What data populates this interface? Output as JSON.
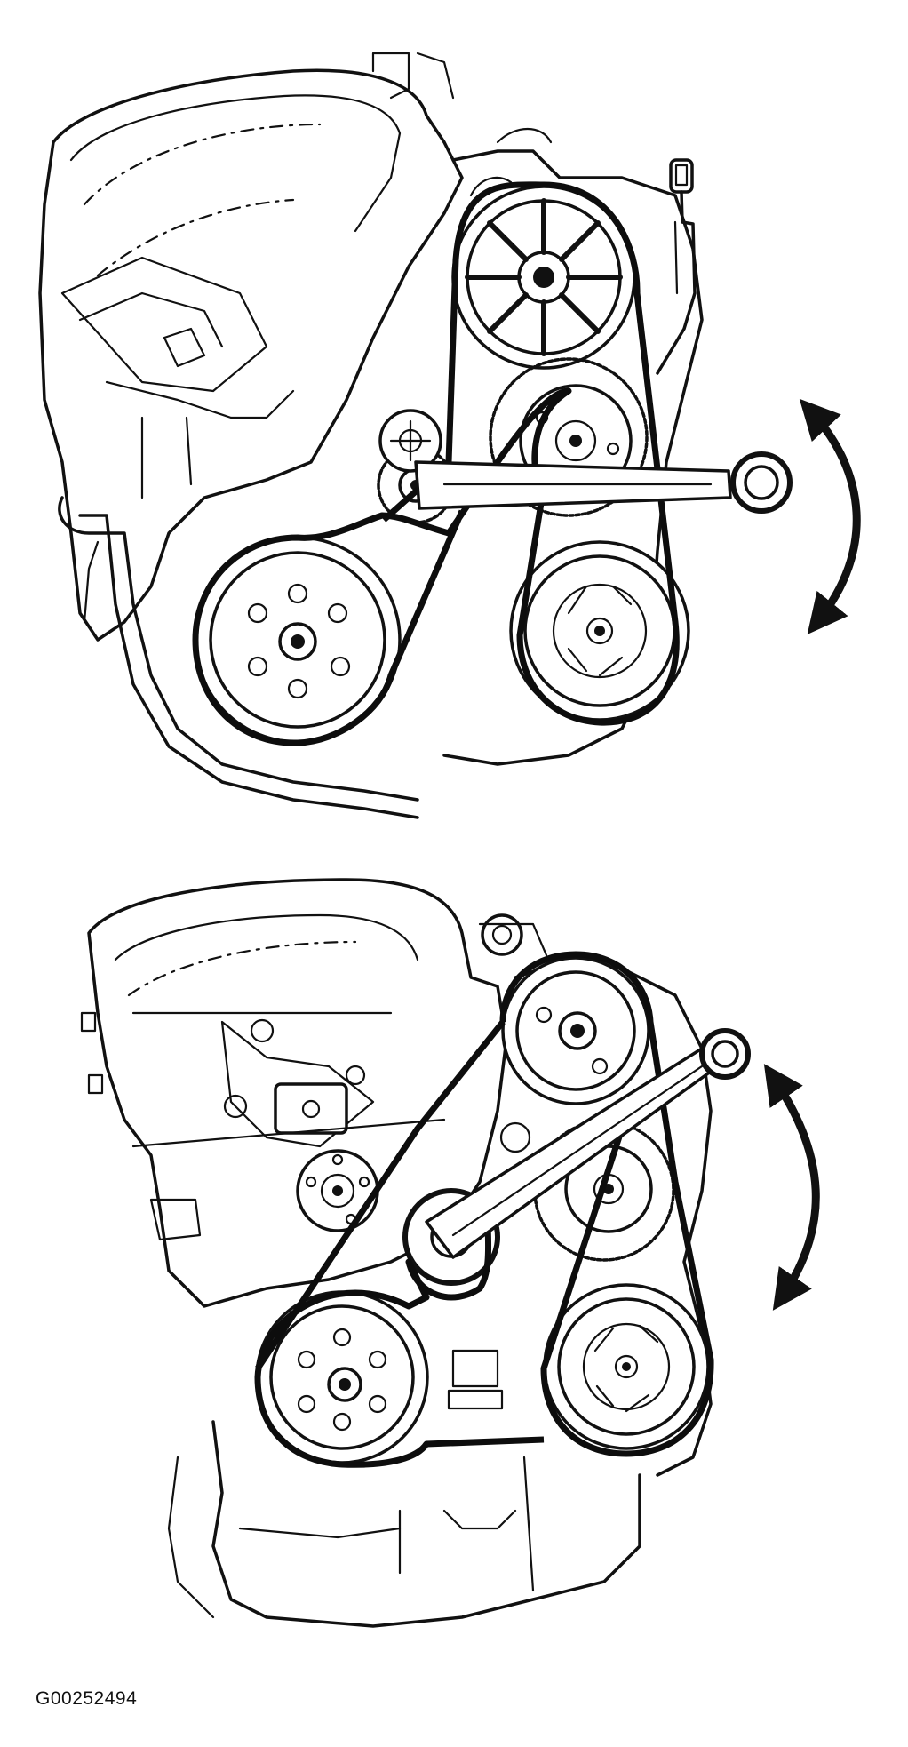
{
  "figure": {
    "code": "G00252494",
    "ink_color": "#111111",
    "background": "#ffffff",
    "panels": [
      {
        "id": "upper",
        "view": "engine-accessory-belt-with-wrench-on-tensioner",
        "arrow": "double-curved-arrow-icon"
      },
      {
        "id": "lower",
        "view": "engine-accessory-belt-with-wrench-on-tensioner",
        "arrow": "double-curved-arrow-icon"
      }
    ]
  }
}
